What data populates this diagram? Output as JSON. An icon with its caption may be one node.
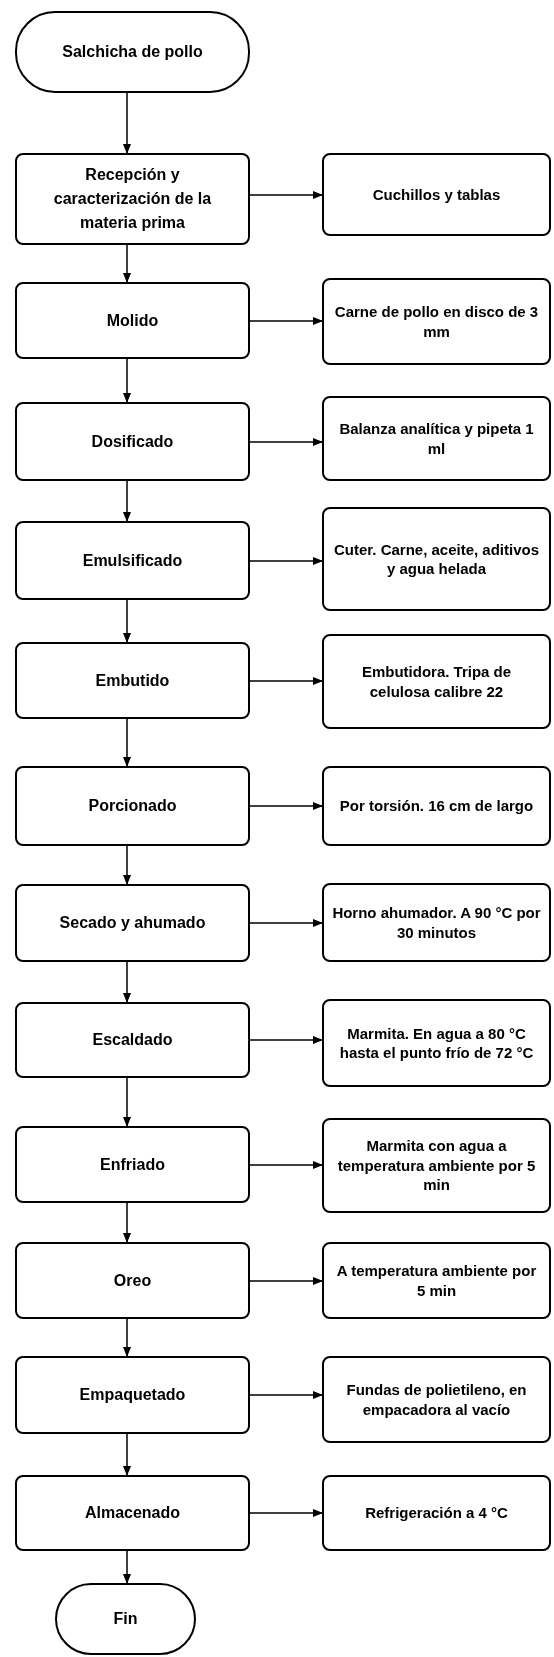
{
  "diagram": {
    "nodes": [
      {
        "text": [
          "Salchicha de pollo"
        ]
      },
      {
        "text": [
          "Recepción y caracterización de la materia prima"
        ]
      },
      {
        "text": [
          "Cuchillos y tablas"
        ]
      },
      {
        "text": [
          "Molido"
        ]
      },
      {
        "text": [
          "Carne de pollo en disco de 3 mm"
        ]
      },
      {
        "text": [
          "Dosificado"
        ]
      },
      {
        "text": [
          "Balanza analítica y pipeta 1 ml"
        ]
      },
      {
        "text": [
          "Emulsificado"
        ]
      },
      {
        "text": [
          "Cuter. Carne, aceite, aditivos y agua helada"
        ]
      },
      {
        "text": [
          "Embutido"
        ]
      },
      {
        "text": [
          "Embutidora. Tripa de celulosa calibre 22"
        ]
      },
      {
        "text": [
          "Porcionado"
        ]
      },
      {
        "text": [
          "Por torsión. 16 cm de largo"
        ]
      },
      {
        "text": [
          "Secado y ahumado"
        ]
      },
      {
        "text": [
          "Horno ahumador. A 90 °C por 30 minutos"
        ]
      },
      {
        "text": [
          "Escaldado"
        ]
      },
      {
        "text": [
          "Marmita. En agua a 80 °C hasta el punto frío de 72 °C"
        ]
      },
      {
        "text": [
          "Enfriado"
        ]
      },
      {
        "text": [
          "Marmita con agua a temperatura ambiente por 5 min"
        ]
      },
      {
        "text": [
          "Oreo"
        ]
      },
      {
        "text": [
          "A temperatura ambiente por 5 min"
        ]
      },
      {
        "text": [
          "Empaquetado"
        ]
      },
      {
        "text": [
          "Fundas de polietileno, en empacadora al vacío"
        ]
      },
      {
        "text": [
          "Almacenado"
        ]
      },
      {
        "text": [
          "Refrigeración a 4 °C"
        ]
      },
      {
        "text": [
          "Fin"
        ]
      }
    ],
    "edges": [
      {
        "from": 0,
        "to": 1,
        "arrow": "to"
      },
      {
        "from": 1,
        "to": 2,
        "arrow": "to"
      },
      {
        "from": 1,
        "to": 3,
        "arrow": "to"
      },
      {
        "from": 3,
        "to": 4,
        "arrow": "to"
      },
      {
        "from": 3,
        "to": 5,
        "arrow": "to"
      },
      {
        "from": 5,
        "to": 6,
        "arrow": "to"
      },
      {
        "from": 5,
        "to": 7,
        "arrow": "to"
      },
      {
        "from": 7,
        "to": 8,
        "arrow": "to"
      },
      {
        "from": 7,
        "to": 9,
        "arrow": "to"
      },
      {
        "from": 9,
        "to": 10,
        "arrow": "to"
      },
      {
        "from": 9,
        "to": 11,
        "arrow": "to"
      },
      {
        "from": 11,
        "to": 12,
        "arrow": "to"
      },
      {
        "from": 11,
        "to": 13,
        "arrow": "to"
      },
      {
        "from": 13,
        "to": 14,
        "arrow": "to"
      },
      {
        "from": 13,
        "to": 15,
        "arrow": "to"
      },
      {
        "from": 15,
        "to": 16,
        "arrow": "to"
      },
      {
        "from": 15,
        "to": 17,
        "arrow": "to"
      },
      {
        "from": 17,
        "to": 18,
        "arrow": "to"
      },
      {
        "from": 17,
        "to": 19,
        "arrow": "to"
      },
      {
        "from": 19,
        "to": 20,
        "arrow": "to"
      },
      {
        "from": 19,
        "to": 21,
        "arrow": "to"
      },
      {
        "from": 21,
        "to": 22,
        "arrow": "to"
      },
      {
        "from": 21,
        "to": 23,
        "arrow": "to"
      },
      {
        "from": 23,
        "to": 24,
        "arrow": "to"
      },
      {
        "from": 23,
        "to": 25,
        "arrow": "to"
      }
    ]
  }
}
